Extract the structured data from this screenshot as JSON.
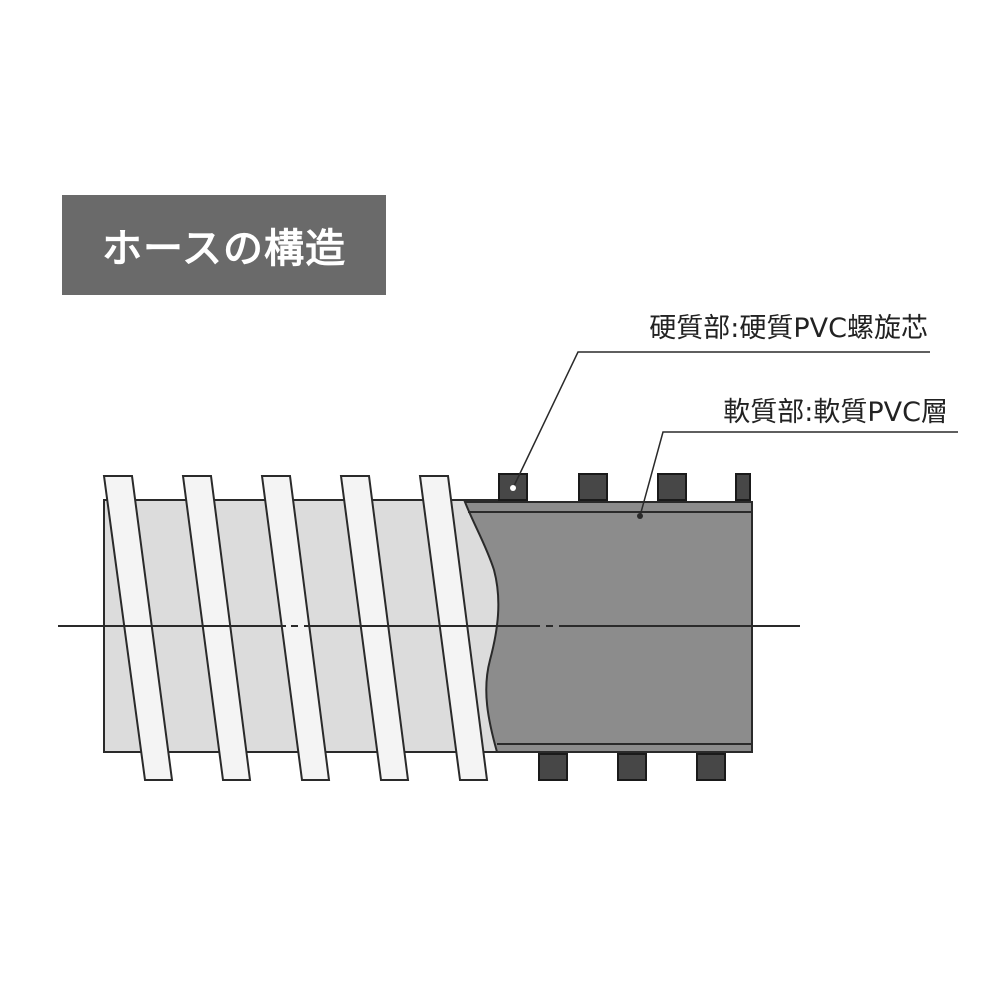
{
  "title": "ホースの構造",
  "labels": {
    "hard": "硬質部:硬質PVC螺旋芯",
    "soft": "軟質部:軟質PVC層"
  },
  "colors": {
    "title_bg": "#6a6a6a",
    "outer_wall": "#dcdcdc",
    "helix": "#f4f4f4",
    "cut_inner": "#8c8c8c",
    "rib": "#474747",
    "outline": "#2a2a2a"
  }
}
